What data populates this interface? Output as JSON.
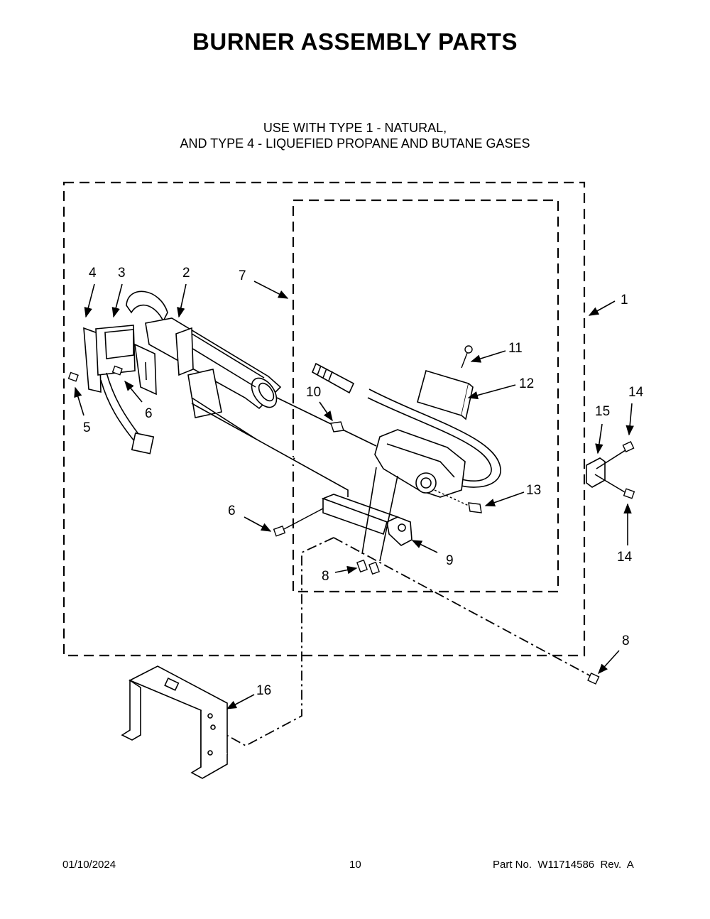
{
  "title": "BURNER ASSEMBLY PARTS",
  "subtitle_line1": "USE WITH TYPE 1 - NATURAL,",
  "subtitle_line2": "AND TYPE 4 - LIQUEFIED PROPANE AND BUTANE GASES",
  "callouts": {
    "c1": "1",
    "c2": "2",
    "c3": "3",
    "c4": "4",
    "c5": "5",
    "c6a": "6",
    "c6b": "6",
    "c7": "7",
    "c8a": "8",
    "c8b": "8",
    "c9": "9",
    "c10": "10",
    "c11": "11",
    "c12": "12",
    "c13": "13",
    "c14a": "14",
    "c14b": "14",
    "c15": "15",
    "c16": "16"
  },
  "footer": {
    "date": "01/10/2024",
    "page": "10",
    "part": "Part No.  W11714586  Rev.  A"
  }
}
